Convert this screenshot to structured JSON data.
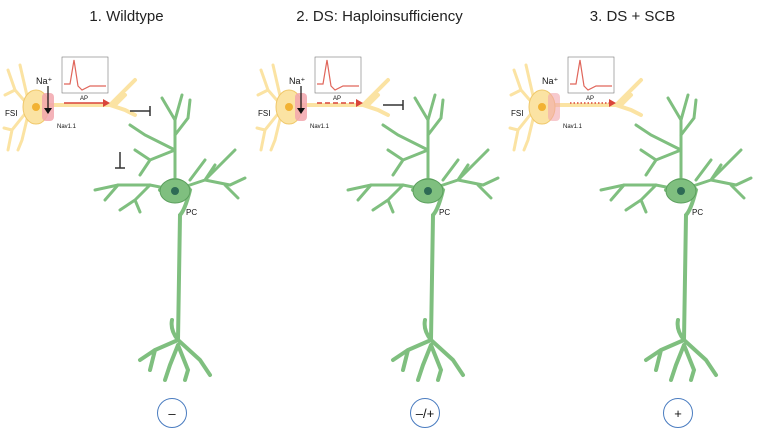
{
  "panels": [
    {
      "title": "1. Wildtype",
      "badge": "–",
      "ap_style": "solid",
      "labels": {
        "na": "Na⁺",
        "ap": "AP",
        "fsi": "FSI",
        "nav": "Nav1.1",
        "pc": "PC"
      }
    },
    {
      "title": "2. DS: Haploinsufficiency",
      "badge": "–/+",
      "ap_style": "dashed",
      "labels": {
        "na": "Na⁺",
        "ap": "AP",
        "fsi": "FSI",
        "nav": "Nav1.1",
        "pc": "PC"
      }
    },
    {
      "title": "3. DS + SCB",
      "badge": "+",
      "ap_style": "dotted",
      "labels": {
        "na": "Na⁺",
        "ap": "AP",
        "fsi": "FSI",
        "nav": "Nav1.1",
        "pc": "PC"
      }
    }
  ],
  "colors": {
    "fsi_fill": "#fbe3a3",
    "fsi_stroke": "#f0c86a",
    "fsi_nucleus": "#f2b233",
    "pc_fill": "#7fbf7f",
    "pc_stroke": "#5a9e5c",
    "pc_nucleus": "#2e6b55",
    "channel": "#f2a6ad",
    "ap_arrow": "#d9453a",
    "badge_border": "#4a7cc0"
  }
}
